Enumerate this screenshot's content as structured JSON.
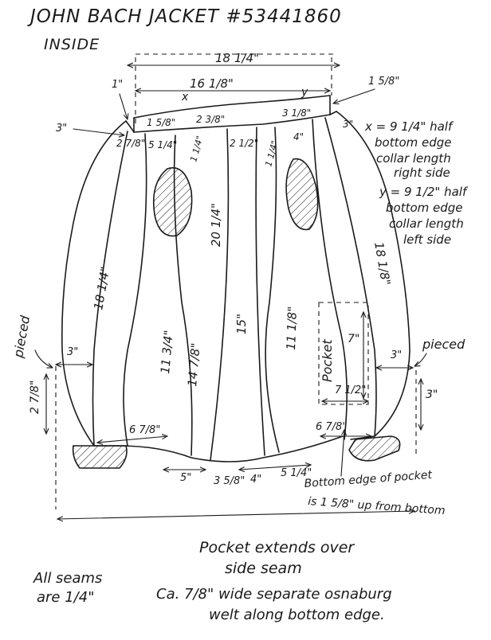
{
  "title": "JOHN BACH JACKET #53441860",
  "subtitle": "INSIDE",
  "measurements": {
    "top_width": "18 1/4\"",
    "collar_width": "16 1/8\"",
    "left_1": "1\"",
    "right_15_8_top": "1 5/8\"",
    "left_15_8": "1 5/8\"",
    "left_23_8": "2 3/8\"",
    "right_31_8": "3 1/8\"",
    "left_3": "3\"",
    "right_3_top": "3\"",
    "left_27_8": "2 7/8\"",
    "left_51_4": "5 1/4\"",
    "center_21_2": "2 1/2\"",
    "right_4": "4\"",
    "left_11_4": "1 1/4\"",
    "right_11_4": "1 1/4\"",
    "center_20_1_4": "20 1/4\"",
    "left_18_1_4": "18 1/4\"",
    "right_18_1_8": "18 1/8\"",
    "left_11_3_4": "11 3/4\"",
    "left_14_7_8": "14 7/8\"",
    "center_15": "15\"",
    "right_11_1_8": "11 1/8\"",
    "pocket_7": "7\"",
    "left_side_3": "3\"",
    "right_side_3": "3\"",
    "right_side_3_vert": "3\"",
    "left_27_8_vert": "2 7/8\"",
    "pocket_7_1_2": "7 1/2\"",
    "left_67_8": "6 7/8\"",
    "right_67_8": "6 7/8\"",
    "bottom_5": "5\"",
    "bottom_35_8": "3 5/8\"",
    "bottom_4": "4\"",
    "bottom_51_4": "5 1/4\"",
    "x_label": "x",
    "y_label": "y"
  },
  "labels": {
    "pocket": "Pocket",
    "pieced_left": "pieced",
    "pieced_right": "pieced"
  },
  "notes": {
    "x_line1": "x = 9 1/4\" half",
    "x_line2": "bottom edge",
    "x_line3": "collar length",
    "x_line4": "right side",
    "y_line1": "y = 9 1/2\" half",
    "y_line2": "bottom edge",
    "y_line3": "collar length",
    "y_line4": "left side",
    "pocket_bottom_1": "Bottom edge of pocket",
    "pocket_bottom_2": "is 1 5/8\" up from bottom",
    "pocket_extends_1": "Pocket extends over",
    "pocket_extends_2": "side seam",
    "seams_1": "All seams",
    "seams_2": "are 1/4\"",
    "welt_1": "Ca. 7/8\" wide separate osnaburg",
    "welt_2": "welt along bottom edge."
  }
}
